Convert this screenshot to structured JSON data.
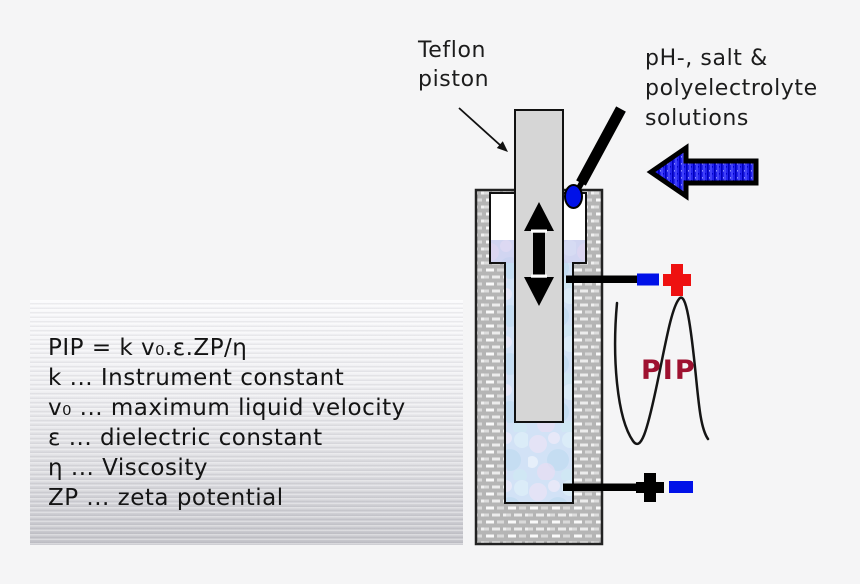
{
  "labels": {
    "teflon_piston": "Teflon\npiston",
    "solutions": "pH-, salt &\npolyelectrolyte\nsolutions",
    "pip": "PIP"
  },
  "formula_panel": {
    "lines": [
      "PIP = k v₀.ε.ZP/η",
      "k ... Instrument constant",
      "v₀ ... maximum liquid velocity",
      "ε ... dielectric constant",
      "η ... Viscosity",
      "ZP ... zeta potential"
    ]
  },
  "colors": {
    "background": "#f5f5f6",
    "piston_fill": "#d6d6d6",
    "wall_gray": "#b5b5b5",
    "liquid_blue": "#d2e2f6",
    "electrode_blue": "#0011e8",
    "electrode_red": "#ee1111",
    "electrode_black": "#000000",
    "pip_text": "#9e1130",
    "flow_arrow_blue": "#2222ee"
  }
}
